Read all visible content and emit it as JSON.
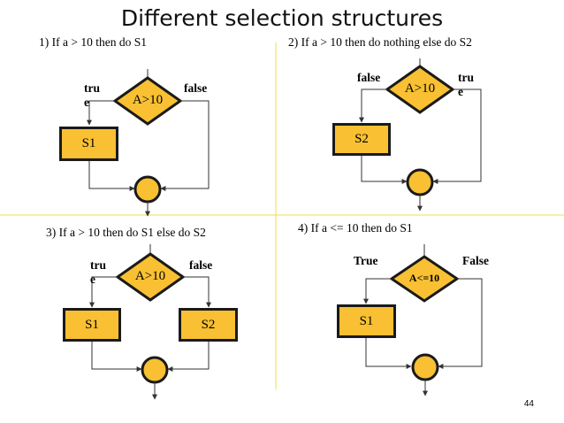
{
  "title": "Different selection structures",
  "page_number": "44",
  "diagrams": [
    {
      "caption": "1) If a > 10 then do S1",
      "condition": "A>10",
      "left_label": "true",
      "right_label": "false",
      "boxes": [
        "S1"
      ]
    },
    {
      "caption": "2) If a > 10 then do nothing  else  do S2",
      "condition": "A>10",
      "left_label": "false",
      "right_label": "true",
      "boxes": [
        "S2"
      ]
    },
    {
      "caption": "3) If a > 10 then do S1  else  do S2",
      "condition": "A>10",
      "left_label": "true",
      "right_label": "false",
      "boxes": [
        "S1",
        "S2"
      ]
    },
    {
      "caption": "4) If a <= 10 then do S1",
      "condition": "A<=10",
      "left_label": "True",
      "right_label": "False",
      "boxes": [
        "S1"
      ]
    }
  ],
  "colors": {
    "shape_fill": "#f8c032",
    "divider": "#f0e040"
  }
}
